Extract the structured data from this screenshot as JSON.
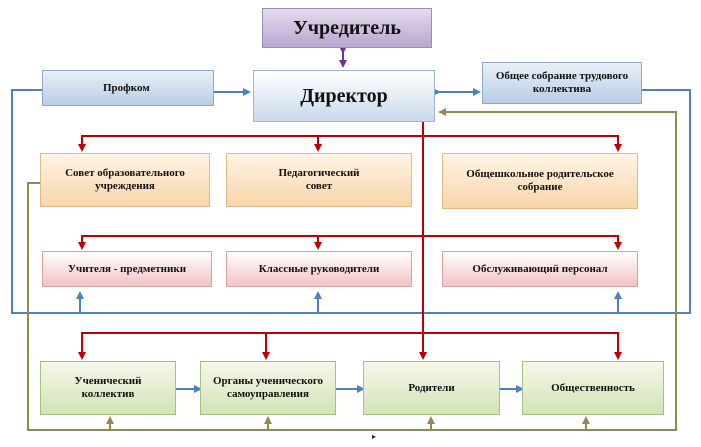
{
  "founder": "Учредитель",
  "director": "Директор",
  "trade_union": "Профком",
  "general_meeting": "Общее собрание трудового коллектива",
  "councils": [
    "Совет образовательного учреждения",
    "Педагогический совет",
    "Общешкольное родительское собрание"
  ],
  "staff": [
    "Учителя - предметники",
    "Классные руководители",
    "Обслуживающий персонал"
  ],
  "community": [
    "Ученический коллектив",
    "Органы ученического самоуправления",
    "Родители",
    "Общественность"
  ],
  "colors": {
    "red_line": "#c00000",
    "blue_line": "#4f81bd",
    "olive_line": "#948a54",
    "purple_line": "#7030a0"
  }
}
